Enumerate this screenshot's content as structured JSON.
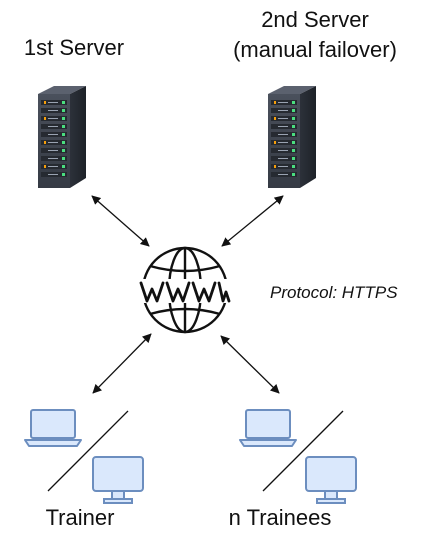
{
  "nodes": {
    "server_1": {
      "label": "1st Server",
      "icon": "server-rack-icon"
    },
    "server_2": {
      "label": "2nd Server\n(manual failover)",
      "line1": "2nd Server",
      "line2": "(manual failover)",
      "icon": "server-rack-icon"
    },
    "internet": {
      "icon": "www-globe-icon"
    },
    "trainer": {
      "label": "Trainer",
      "icons": [
        "laptop-icon",
        "desktop-monitor-icon"
      ]
    },
    "trainees": {
      "label": "n Trainees",
      "icons": [
        "laptop-icon",
        "desktop-monitor-icon"
      ]
    }
  },
  "protocol_label": "Protocol: HTTPS",
  "connections": [
    {
      "from": "server_1",
      "to": "internet",
      "style": "double-arrow"
    },
    {
      "from": "server_2",
      "to": "internet",
      "style": "double-arrow"
    },
    {
      "from": "internet",
      "to": "trainer",
      "style": "double-arrow"
    },
    {
      "from": "internet",
      "to": "trainees",
      "style": "double-arrow"
    }
  ],
  "colors": {
    "server_body": "#3a3f4b",
    "server_led_green": "#4ade80",
    "server_led_orange": "#f59e0b",
    "device_stroke": "#6c8ebf",
    "device_fill": "#dae8fc",
    "line": "#111111"
  }
}
